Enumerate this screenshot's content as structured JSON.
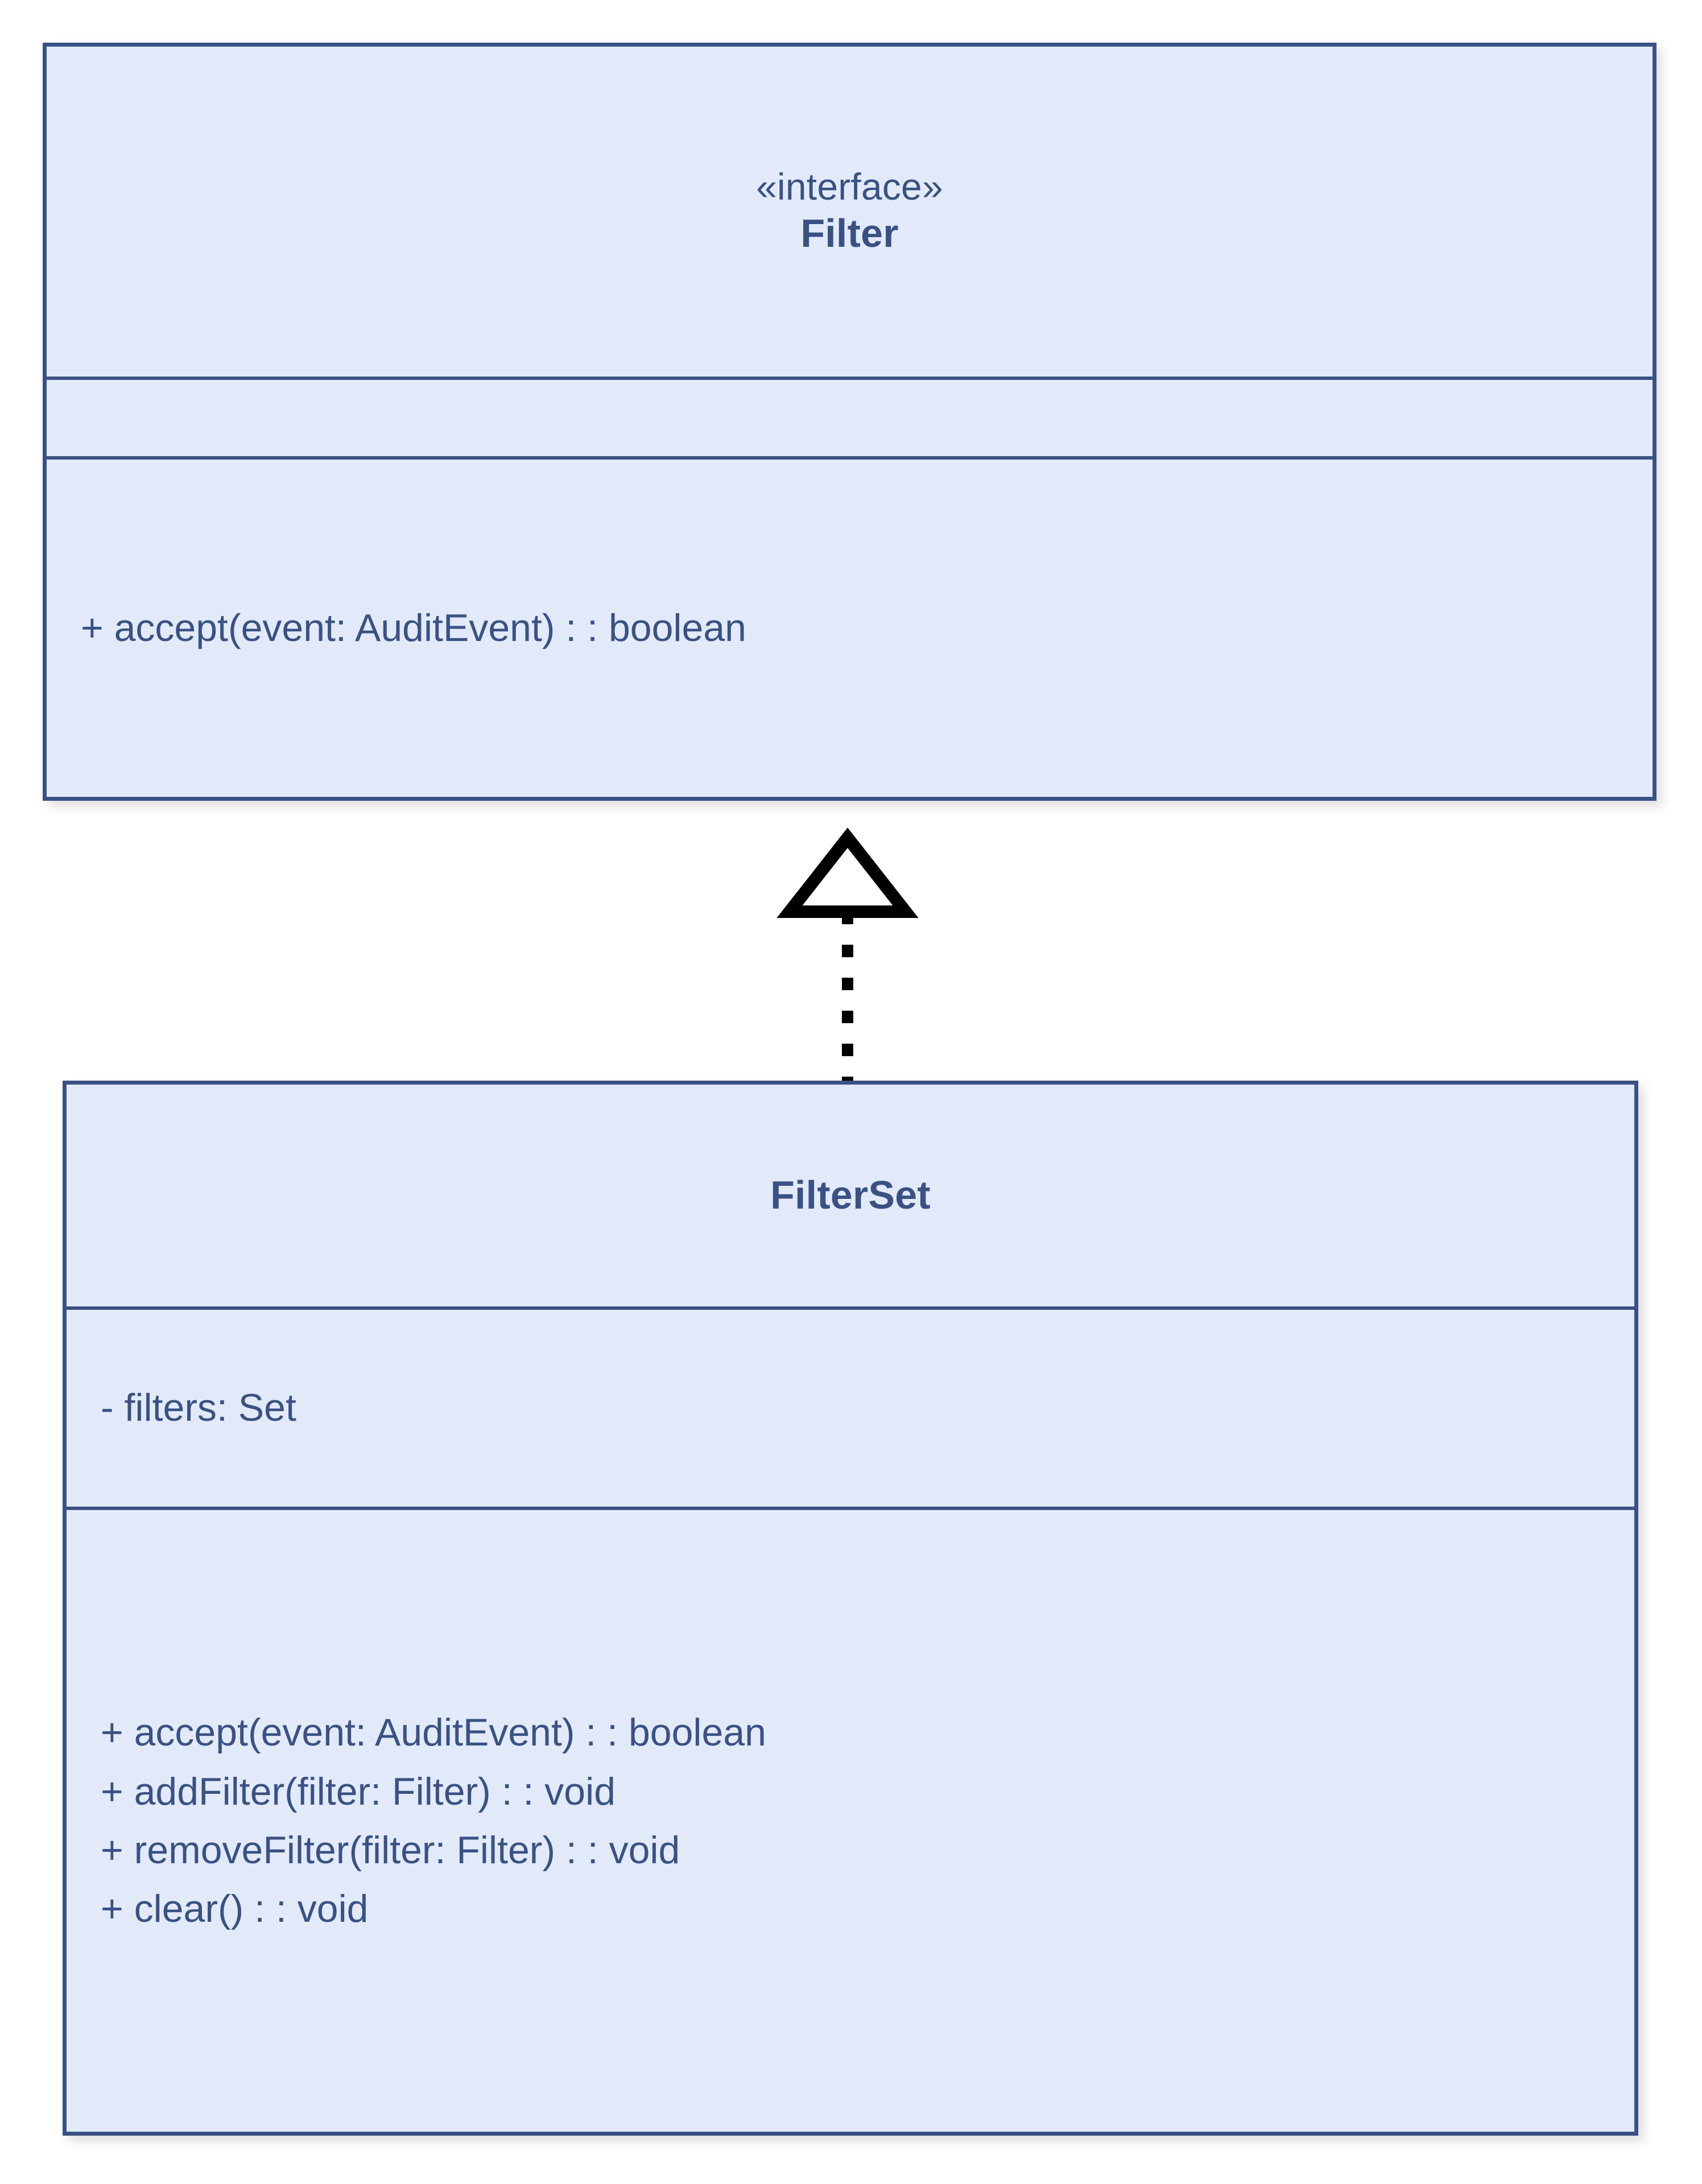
{
  "diagram": {
    "type": "uml-class-diagram",
    "background_color": "#FFFFFF",
    "box_fill_color": "#E2EAFA",
    "box_border_color": "#3A5183",
    "text_color": "#3A5183",
    "connector_color": "#000000"
  },
  "classes": [
    {
      "id": "filter",
      "stereotype": "«interface»",
      "name": "Filter",
      "attributes": [],
      "methods": [
        "+ accept(event: AuditEvent) : : boolean"
      ]
    },
    {
      "id": "filterset",
      "stereotype": "",
      "name": "FilterSet",
      "attributes": [
        "- filters: Set"
      ],
      "methods": [
        "+ accept(event: AuditEvent) : : boolean",
        "+ addFilter(filter: Filter) : : void",
        "+ removeFilter(filter: Filter) : : void",
        "+ clear() : : void"
      ]
    }
  ],
  "relationships": [
    {
      "id": "filterset-realizes-filter",
      "kind": "realization",
      "source": "FilterSet",
      "target": "Filter",
      "line_style": "dotted",
      "arrow_head": "hollow-triangle",
      "label": ""
    }
  ]
}
